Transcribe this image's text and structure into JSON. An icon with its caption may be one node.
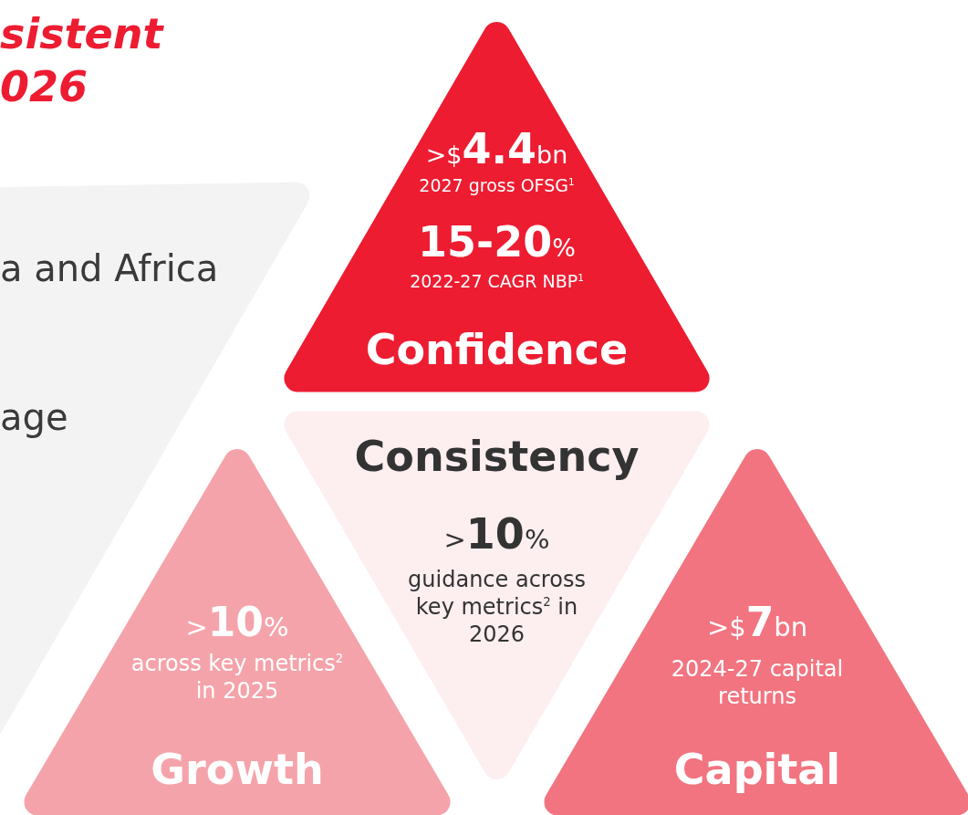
{
  "diagram": {
    "title": "sistent 026",
    "nodes": [
      {
        "text": [
          "a and Africa",
          "age"
        ]
      },
      {
        "text": [
          ">$**4.4**bn",
          "2027 gross OFSG$^{1}$",
          "**15-20**%",
          "2022-27 CAGR NBP$^{1}$",
          "Confidence"
        ]
      },
      {
        "text": [
          "Consistency",
          ">**10**%",
          "guidance across key metrics$^{2}$ in 2026"
        ]
      },
      {
        "text": [
          ">**10**%",
          "across key metrics$^{2}$ in 2025",
          "Growth"
        ]
      },
      {
        "text": [
          ">$**7**bn",
          "2024-27 capital returns",
          "Capital"
        ]
      }
    ]
  }
}
